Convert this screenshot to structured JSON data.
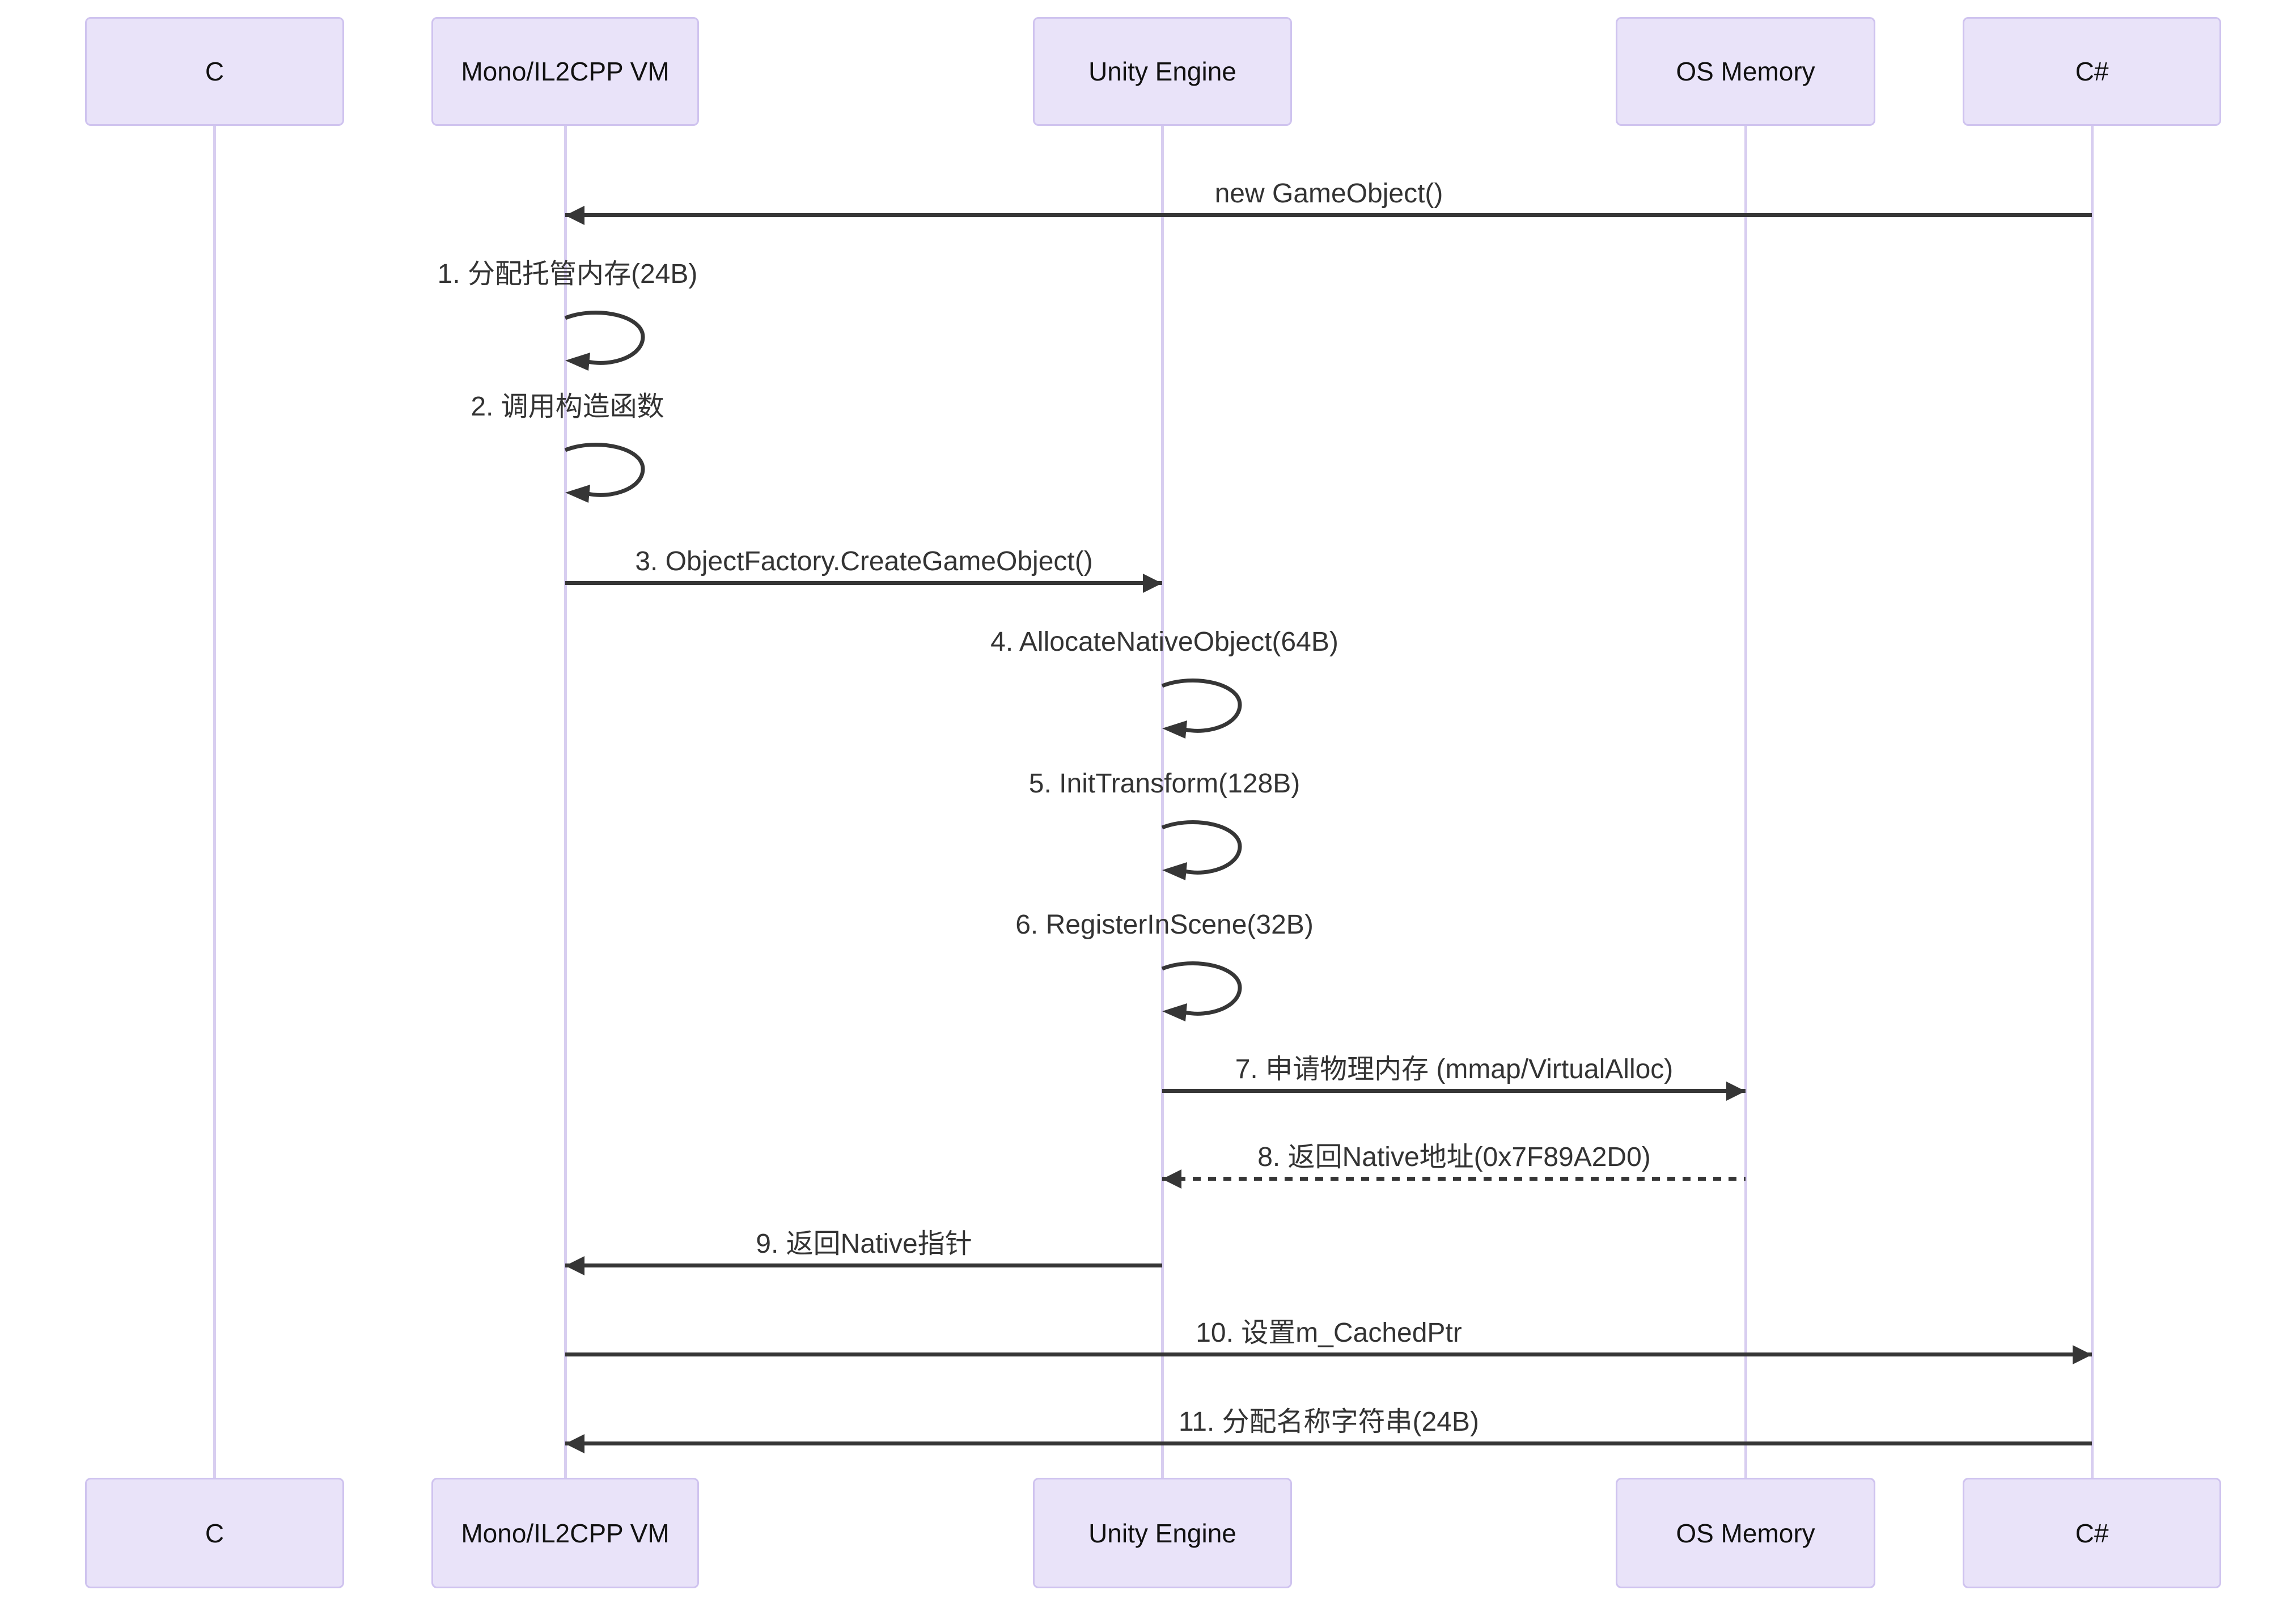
{
  "diagram": {
    "type": "sequence-diagram",
    "background": "#ffffff",
    "colors": {
      "actor_fill": "#E9E3F9",
      "actor_border": "#CFC3EF",
      "lifeline": "#D8CEF0",
      "arrow": "#363636",
      "text": "#333333"
    },
    "actors": [
      {
        "id": "c",
        "label": "C"
      },
      {
        "id": "vm",
        "label": "Mono/IL2CPP VM"
      },
      {
        "id": "unity",
        "label": "Unity Engine"
      },
      {
        "id": "os",
        "label": "OS Memory"
      },
      {
        "id": "csharp",
        "label": "C#"
      }
    ],
    "messages": [
      {
        "label": "new GameObject()",
        "from": "C#",
        "to": "Mono/IL2CPP VM",
        "kind": "solid-arrow"
      },
      {
        "label": "1. 分配托管内存(24B)",
        "from": "Mono/IL2CPP VM",
        "to": "Mono/IL2CPP VM",
        "kind": "self-loop"
      },
      {
        "label": "2. 调用构造函数",
        "from": "Mono/IL2CPP VM",
        "to": "Mono/IL2CPP VM",
        "kind": "self-loop"
      },
      {
        "label": "3. ObjectFactory.CreateGameObject()",
        "from": "Mono/IL2CPP VM",
        "to": "Unity Engine",
        "kind": "solid-arrow"
      },
      {
        "label": "4. AllocateNativeObject(64B)",
        "from": "Unity Engine",
        "to": "Unity Engine",
        "kind": "self-loop"
      },
      {
        "label": "5. InitTransform(128B)",
        "from": "Unity Engine",
        "to": "Unity Engine",
        "kind": "self-loop"
      },
      {
        "label": "6. RegisterInScene(32B)",
        "from": "Unity Engine",
        "to": "Unity Engine",
        "kind": "self-loop"
      },
      {
        "label": "7. 申请物理内存 (mmap/VirtualAlloc)",
        "from": "Unity Engine",
        "to": "OS Memory",
        "kind": "solid-arrow"
      },
      {
        "label": "8. 返回Native地址(0x7F89A2D0)",
        "from": "OS Memory",
        "to": "Unity Engine",
        "kind": "dotted-arrow"
      },
      {
        "label": "9. 返回Native指针",
        "from": "Unity Engine",
        "to": "Mono/IL2CPP VM",
        "kind": "solid-arrow"
      },
      {
        "label": "10. 设置m_CachedPtr",
        "from": "Mono/IL2CPP VM",
        "to": "C#",
        "kind": "solid-arrow"
      },
      {
        "label": "11. 分配名称字符串(24B)",
        "from": "C#",
        "to": "Mono/IL2CPP VM",
        "kind": "solid-arrow"
      }
    ]
  }
}
